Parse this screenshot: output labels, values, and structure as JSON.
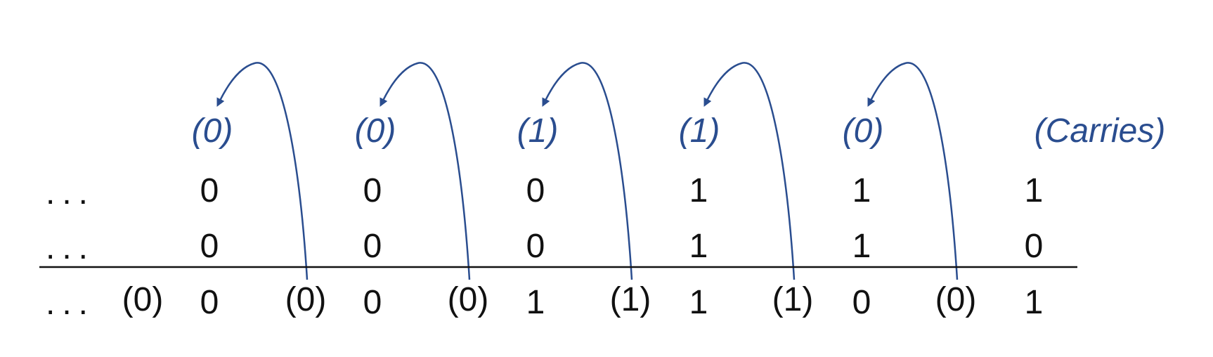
{
  "colors": {
    "carry": "#2a4d8f",
    "text": "#111111",
    "rule": "#111111"
  },
  "carries_label": "(Carries)",
  "ellipsis": "...",
  "carries": [
    "(0)",
    "(0)",
    "(1)",
    "(1)",
    "(0)"
  ],
  "operand_a": [
    "0",
    "0",
    "0",
    "1",
    "1",
    "1"
  ],
  "operand_b": [
    "0",
    "0",
    "0",
    "1",
    "1",
    "0"
  ],
  "result_carries": [
    "(0)",
    "(0)",
    "(0)",
    "(1)",
    "(1)",
    "(0)"
  ],
  "result": [
    "0",
    "0",
    "1",
    "1",
    "0",
    "1"
  ]
}
